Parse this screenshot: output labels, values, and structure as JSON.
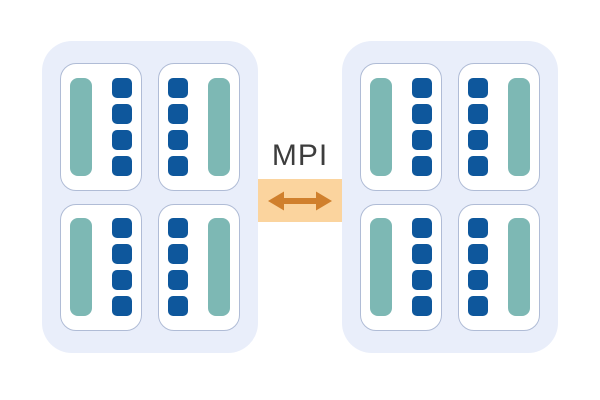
{
  "diagram": {
    "type": "hardware-topology",
    "connector": {
      "label": "MPI",
      "arrow_icon": "double-headed-horizontal-arrow"
    },
    "nodes": [
      {
        "id": "node-left"
      },
      {
        "id": "node-right"
      }
    ],
    "sockets_per_node": 4,
    "memory_bars_per_socket": 1,
    "cores_per_socket": 4,
    "socket_layout": "sockets in right column are mirrored (memory bar on outer edge, cores toward center)"
  },
  "colors": {
    "background": "#ffffff",
    "node_fill": "#e9eefa",
    "socket_fill": "#ffffff",
    "socket_border": "#b0bcd6",
    "core_fill": "#0e579c",
    "memory_fill": "#7db8b4",
    "link_fill": "#fbd49e",
    "arrow_fill": "#d0802d",
    "label_text": "#3d3d3d"
  }
}
